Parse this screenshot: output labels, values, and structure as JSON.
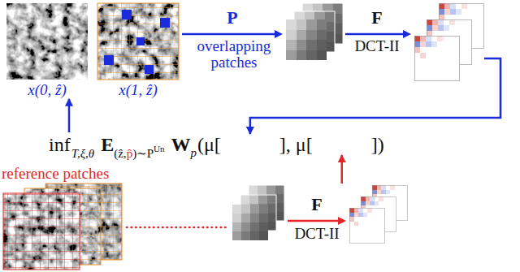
{
  "diagram": {
    "nodes": [
      {
        "text": [
          "x(0, ẑ)"
        ]
      },
      {
        "text": [
          "x(1, ẑ)"
        ]
      },
      {
        "text": [
          "inf",
          "T,ξ,θ",
          "E",
          "(ẑ,",
          "p̂",
          ")∼P",
          "Un",
          "W",
          "p",
          "(μ[",
          "], μ[",
          "])"
        ]
      },
      {
        "text": [
          "reference patches"
        ]
      }
    ],
    "edges": [
      {
        "from": 2,
        "to": 0,
        "arrow": "to"
      }
    ],
    "labels": [
      "P",
      "overlapping patches",
      "F",
      "DCT-II",
      "F",
      "DCT-II"
    ]
  }
}
